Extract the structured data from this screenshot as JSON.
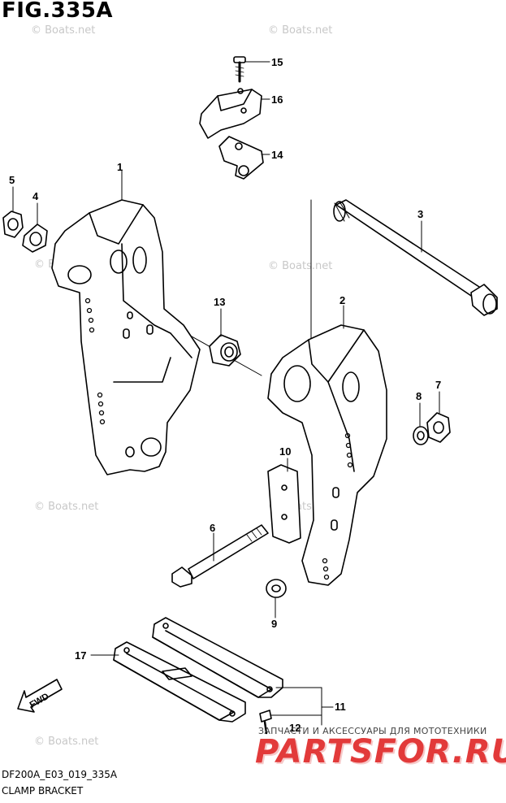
{
  "figure": {
    "title": "FIG.335A"
  },
  "watermark": "© Boats.net",
  "parts": [
    {
      "ref": "1"
    },
    {
      "ref": "2"
    },
    {
      "ref": "3"
    },
    {
      "ref": "4"
    },
    {
      "ref": "5"
    },
    {
      "ref": "6"
    },
    {
      "ref": "7"
    },
    {
      "ref": "8"
    },
    {
      "ref": "9"
    },
    {
      "ref": "10"
    },
    {
      "ref": "11"
    },
    {
      "ref": "12"
    },
    {
      "ref": "13"
    },
    {
      "ref": "14"
    },
    {
      "ref": "15"
    },
    {
      "ref": "16"
    },
    {
      "ref": "17"
    }
  ],
  "direction": {
    "label": "FWD"
  },
  "footer": {
    "code": "DF200A_E03_019_335A",
    "name": "CLAMP BRACKET"
  },
  "promo": {
    "tagline": "ЗАПЧАСТИ И АКСЕССУАРЫ ДЛЯ МОТОТЕХНИКИ",
    "brand": "PARTSFOR.RU"
  }
}
